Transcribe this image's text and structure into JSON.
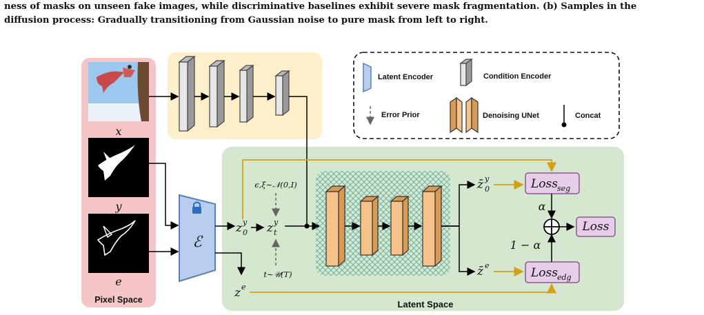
{
  "caption": {
    "line1": "ness of masks on unseen fake images, while discriminative baselines exhibit severe mask fragmentation. (b) Samples in the",
    "line2": "diffusion process: Gradually transitioning from Gaussian noise to pure mask from left to right."
  },
  "legend": {
    "latent_encoder": "Latent Encoder",
    "condition_encoder": "Condition Encoder",
    "error_prior": "Error Prior",
    "denoising_unet": "Denoising UNet",
    "concat": "Concat"
  },
  "pixel_space": {
    "label": "Pixel Space",
    "x_label": "x",
    "y_label": "y",
    "e_label": "e"
  },
  "latent_space": {
    "label": "Latent Space"
  },
  "encoder": {
    "symbol": "ℰ"
  },
  "symbols": {
    "z0y_base": "z",
    "z0y_sup": "y",
    "z0y_sub": "0",
    "zty_base": "z",
    "zty_sup": "y",
    "zty_sub": "t",
    "ze_base": "z",
    "ze_sup": "e",
    "noise_prior": "ϵ,ξ∼𝒩(0,I)",
    "time_prior": "t∼𝒰(T)",
    "out_z0y_base": "z̄",
    "out_z0y_sup": "y",
    "out_z0y_sub": "0",
    "out_ze_base": "z̄",
    "out_ze_sup": "e",
    "alpha": "α",
    "one_minus_alpha": "1 − α"
  },
  "losses": {
    "seg_base": "Loss",
    "seg_sub": "seg",
    "edg_base": "Loss",
    "edg_sub": "edg",
    "total": "Loss"
  },
  "colors": {
    "pixel_bg": "#f6c6c6",
    "latent_bg": "#d5e8cf",
    "cond_bg": "#fcefc9",
    "loss_box": "#e6cde8",
    "unet_orange": "#f5c38a",
    "encoder_blue": "#b9cdef",
    "gold_arrow": "#d4a017"
  }
}
